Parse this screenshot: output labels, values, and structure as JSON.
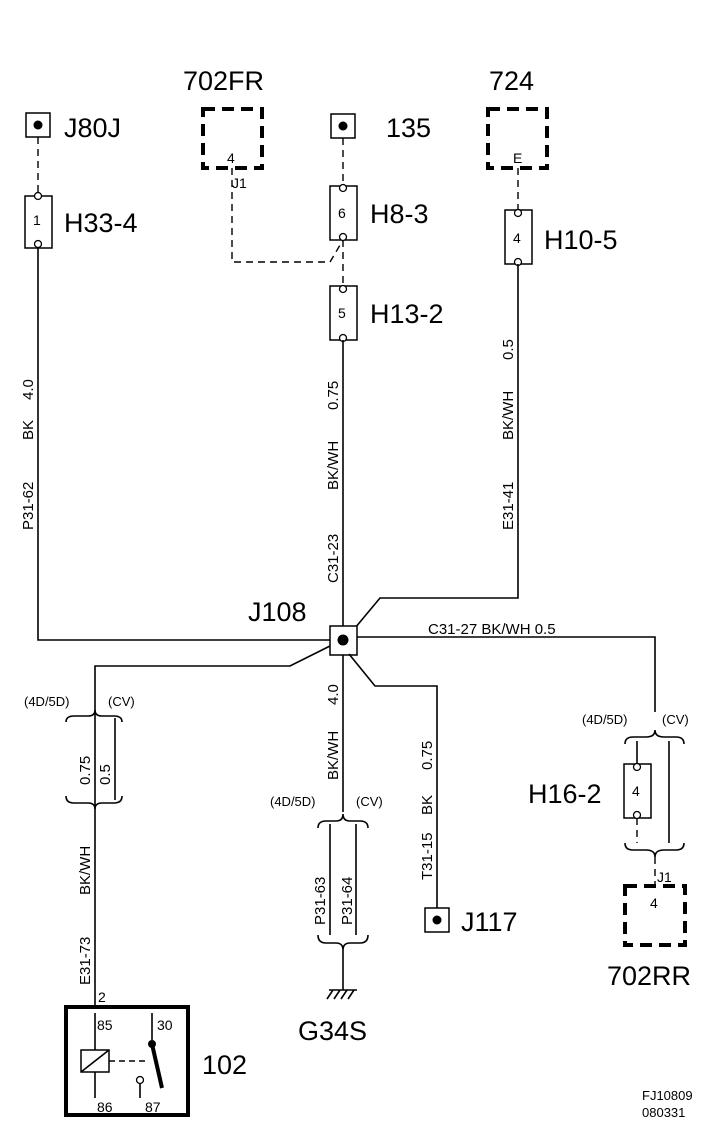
{
  "components": {
    "j80j": "J80J",
    "c702fr": "702FR",
    "c135": "135",
    "c724": "724",
    "h33_4": "H33-4",
    "h8_3": "H8-3",
    "h10_5": "H10-5",
    "h13_2": "H13-2",
    "j108": "J108",
    "h16_2": "H16-2",
    "j117": "J117",
    "g34s": "G34S",
    "c702rr": "702RR",
    "relay102": "102"
  },
  "pins": {
    "c702fr_pin": "4",
    "c702fr_j": "J1",
    "c724_pin": "E",
    "h33_4_pin": "1",
    "h8_3_pin": "6",
    "h13_2_pin": "5",
    "h10_5_pin": "4",
    "h16_2_pin": "4",
    "c702rr_pin": "4",
    "c702rr_j": "J1",
    "relay_in": "2",
    "relay_85": "85",
    "relay_30": "30",
    "relay_86": "86",
    "relay_87": "87"
  },
  "wires": {
    "w1_id": "P31-62",
    "w1_color": "BK",
    "w1_size": "4.0",
    "w2_id": "C31-23",
    "w2_color": "BK/WH",
    "w2_size": "0.75",
    "w3_id": "E31-41",
    "w3_color": "BK/WH",
    "w3_size": "0.5",
    "w4_text": "C31-27   BK/WH   0.5",
    "w5_id": "E31-73",
    "w5_color": "BK/WH",
    "w5_size_a": "0.75",
    "w5_size_b": "0.5",
    "w6_color": "BK/WH",
    "w6_size": "4.0",
    "w6_id_a": "P31-63",
    "w6_id_b": "P31-64",
    "w7_id": "T31-15",
    "w7_color": "BK",
    "w7_size": "0.75"
  },
  "variants": {
    "left_4d5d": "(4D/5D)",
    "left_cv": "(CV)",
    "mid_4d5d": "(4D/5D)",
    "mid_cv": "(CV)",
    "right_4d5d": "(4D/5D)",
    "right_cv": "(CV)"
  },
  "footer": {
    "code": "FJ10809",
    "date": "080331"
  }
}
